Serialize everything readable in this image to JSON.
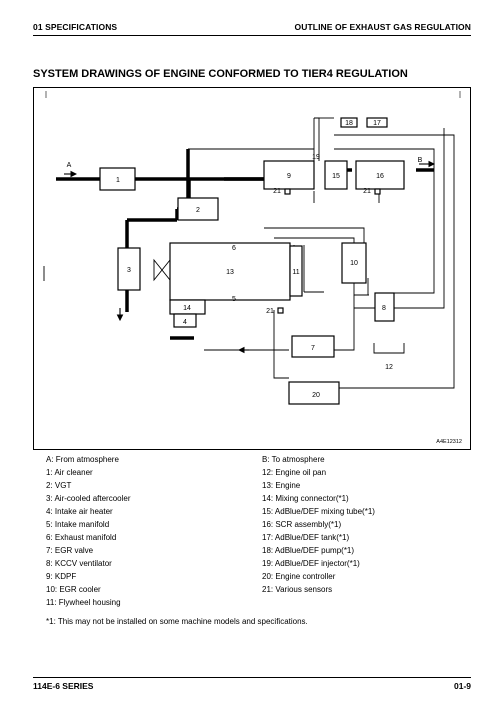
{
  "header": {
    "section": "01 SPECIFICATIONS",
    "topic": "OUTLINE OF EXHAUST GAS REGULATION"
  },
  "title": "SYSTEM DRAWINGS OF ENGINE CONFORMED TO TIER4 REGULATION",
  "diagram": {
    "figure_code": "A4E12312",
    "labels": {
      "A": "A",
      "B": "B",
      "c1": "1",
      "c2": "2",
      "c3": "3",
      "c4": "4",
      "c5": "5",
      "c6": "6",
      "c7": "7",
      "c8": "8",
      "c9": "9",
      "c10": "10",
      "c11": "11",
      "c12": "12",
      "c13": "13",
      "c14": "14",
      "c15": "15",
      "c16": "16",
      "c17": "17",
      "c18": "18",
      "c19": "19",
      "c20": "20",
      "c21": "21"
    }
  },
  "legend_left": [
    "A: From atmosphere",
    "1: Air cleaner",
    "2: VGT",
    "3: Air-cooled aftercooler",
    "4: Intake air heater",
    "5: Intake manifold",
    "6: Exhaust manifold",
    "7: EGR valve",
    "8: KCCV ventilator",
    "9: KDPF",
    "10: EGR cooler",
    "11: Flywheel housing"
  ],
  "legend_right": [
    "B: To atmosphere",
    "12: Engine oil pan",
    "13: Engine",
    "14: Mixing connector(*1)",
    "15: AdBlue/DEF mixing tube(*1)",
    "16: SCR assembly(*1)",
    "17: AdBlue/DEF tank(*1)",
    "18: AdBlue/DEF pump(*1)",
    "19: AdBlue/DEF injector(*1)",
    "20: Engine controller",
    "21: Various sensors"
  ],
  "footnote": "*1: This may not be installed on some machine models and specifications.",
  "footer": {
    "series": "114E-6 SERIES",
    "page": "01-9"
  }
}
